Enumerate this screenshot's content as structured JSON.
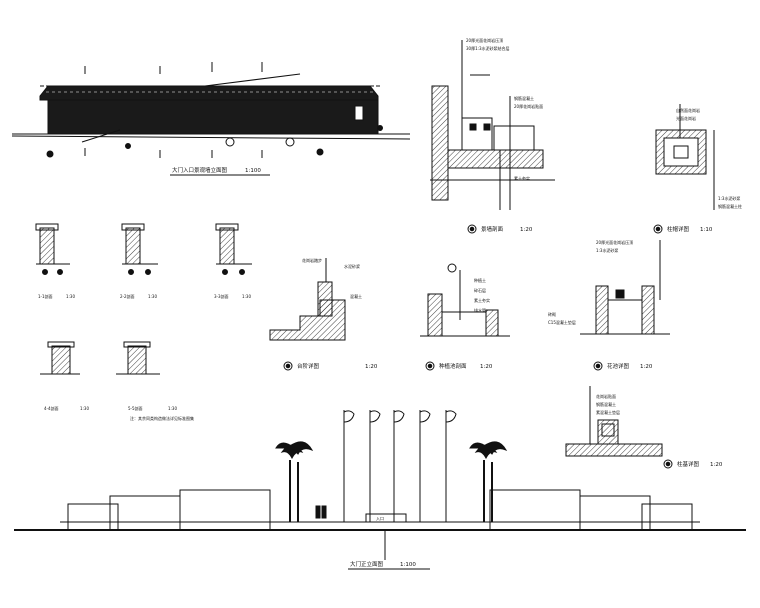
{
  "sheet": {
    "title_elevation_top": "大门入口景观墙立面图",
    "scale_top": "1:100",
    "title_bottom": "大门正立面图",
    "scale_bottom": "1:100"
  },
  "details": {
    "d1": {
      "label": "景墙剖面",
      "scale": "1:20",
      "notes": [
        "20厚光面花岗岩压顶",
        "30厚1:3水泥砂浆结合层",
        "钢筋混凝土",
        "20厚花岗岩贴面",
        "素土夯实"
      ]
    },
    "d2": {
      "label": "柱帽详图",
      "scale": "1:10",
      "notes": [
        "自然面花岗岩",
        "光面花岗岩",
        "1:3水泥砂浆",
        "钢筋混凝土柱"
      ]
    },
    "d3": {
      "label": "种植池剖面",
      "scale": "1:20",
      "notes": [
        "种植土",
        "碎石层",
        "素土夯实",
        "排水管"
      ]
    },
    "d4": {
      "label": "花池详图",
      "scale": "1:20",
      "notes": [
        "20厚光面花岗岩压顶",
        "1:3水泥砂浆",
        "砖砌",
        "C15混凝土垫层"
      ]
    },
    "d5": {
      "label": "台阶详图",
      "scale": "1:20",
      "notes": [
        "花岗岩踏步",
        "水泥砂浆",
        "混凝土"
      ]
    },
    "d6": {
      "label": "柱基详图",
      "scale": "1:20",
      "notes": [
        "花岗岩贴面",
        "钢筋混凝土",
        "素混凝土垫层"
      ]
    }
  },
  "small_sections": [
    {
      "label": "1-1剖面",
      "scale": "1:30"
    },
    {
      "label": "2-2剖面",
      "scale": "1:30"
    },
    {
      "label": "3-3剖面",
      "scale": "1:30"
    },
    {
      "label": "4-4剖面",
      "scale": "1:30"
    },
    {
      "label": "5-5剖面",
      "scale": "1:30"
    }
  ],
  "note_small": "注：其余同类构造做法详见标准图集",
  "gate_label": "入口",
  "colors": {
    "ink": "#111111",
    "paper": "#ffffff"
  }
}
